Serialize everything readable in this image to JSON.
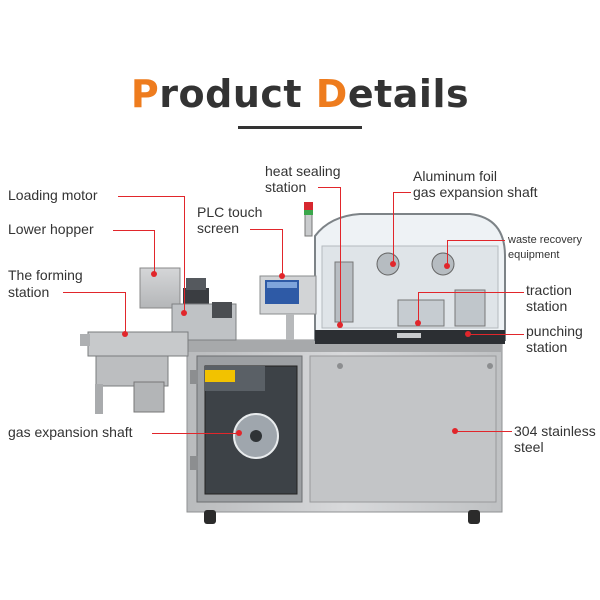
{
  "title": {
    "first_letter": "P",
    "first_rest": "roduct ",
    "second_letter": "D",
    "second_rest": "etails"
  },
  "labels": {
    "loading_motor": "Loading motor",
    "lower_hopper": "Lower hopper",
    "forming_l1": "The forming",
    "forming_l2": "station",
    "plc_l1": "PLC touch",
    "plc_l2": "screen",
    "heat_l1": "heat sealing",
    "heat_l2": "station",
    "foil_l1": "Aluminum foil",
    "foil_l2": "gas expansion shaft",
    "waste_l1": "waste recovery",
    "waste_l2": "equipment",
    "traction_l1": "traction",
    "traction_l2": "station",
    "punching_l1": "punching",
    "punching_l2": "station",
    "gas_shaft": "gas expansion shaft",
    "steel_l1": "304 stainless",
    "steel_l2": "steel"
  },
  "colors": {
    "accent": "#ee7c1e",
    "callout": "#e1262b",
    "text": "#333333",
    "machine": "#c9cbcd"
  }
}
